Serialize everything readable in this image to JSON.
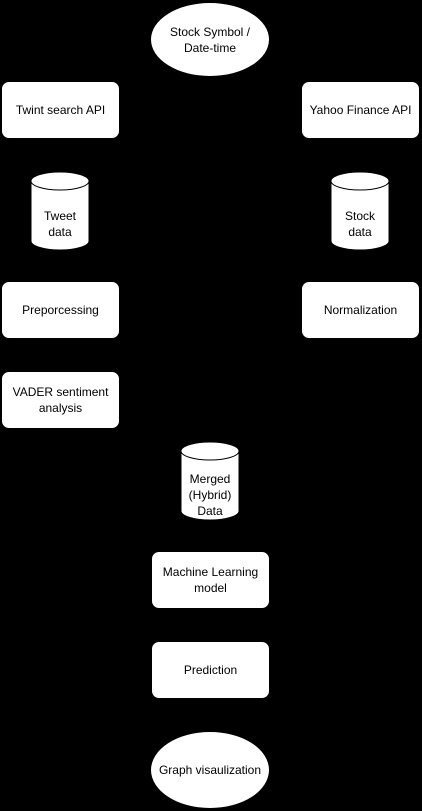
{
  "nodes": {
    "start": "Stock Symbol /\nDate-time",
    "twint": "Twint search API",
    "yahoo": "Yahoo Finance API",
    "tweet_data": "Tweet\ndata",
    "stock_data": "Stock\ndata",
    "preprocessing": "Preporcessing",
    "normalization": "Normalization",
    "vader": "VADER sentiment\nanalysis",
    "merged": "Merged\n(Hybrid)\nData",
    "ml_model": "Machine Learning\nmodel",
    "prediction": "Prediction",
    "graph": "Graph visaulization"
  }
}
